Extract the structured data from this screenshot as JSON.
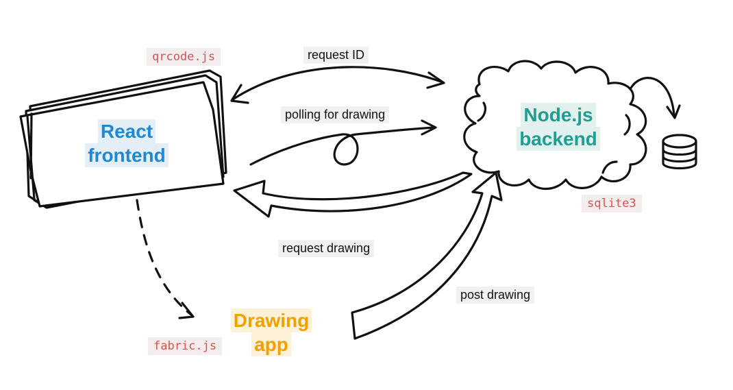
{
  "nodes": {
    "react": {
      "line1": "React",
      "line2": "frontend",
      "color": "#1e88d0"
    },
    "node": {
      "line1": "Node.js",
      "line2": "backend",
      "color": "#1f9e93"
    },
    "drawing": {
      "line1": "Drawing",
      "line2": "app",
      "color": "#f0a000"
    }
  },
  "libs": {
    "qrcode": "qrcode.js",
    "sqlite": "sqlite3",
    "fabric": "fabric.js"
  },
  "edges": {
    "request_id": "request ID",
    "polling": "polling for drawing",
    "request_drawing": "request drawing",
    "post_drawing": "post drawing"
  },
  "icons": {
    "database": "database-icon"
  }
}
